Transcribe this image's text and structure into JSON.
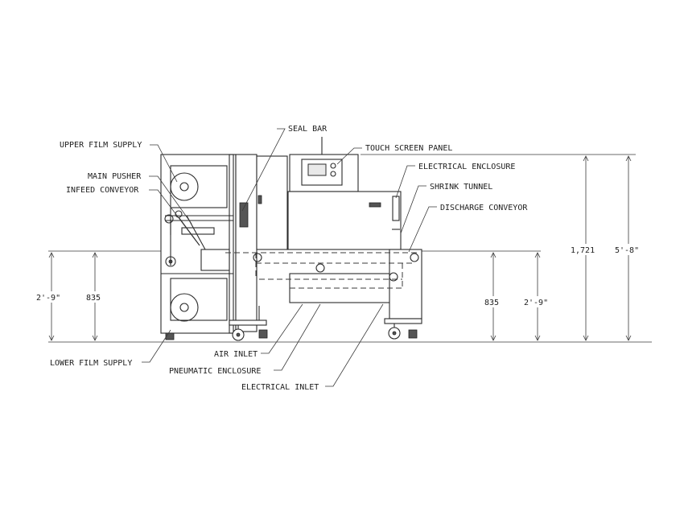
{
  "labels": {
    "seal_bar": "SEAL BAR",
    "upper_film_supply": "UPPER FILM SUPPLY",
    "touch_screen_panel": "TOUCH SCREEN PANEL",
    "electrical_enclosure": "ELECTRICAL ENCLOSURE",
    "main_pusher": "MAIN PUSHER",
    "infeed_conveyor": "INFEED CONVEYOR",
    "shrink_tunnel": "SHRINK TUNNEL",
    "discharge_conveyor": "DISCHARGE CONVEYOR",
    "air_inlet": "AIR INLET",
    "lower_film_supply": "LOWER FILM SUPPLY",
    "pneumatic_enclosure": "PNEUMATIC ENCLOSURE",
    "electrical_inlet": "ELECTRICAL INLET"
  },
  "dimensions": {
    "left_height_ft": "2'-9\"",
    "left_height_mm": "835",
    "right_height_mm": "835",
    "right_height_ft": "2'-9\"",
    "total_height_mm": "1,721",
    "total_height_ft": "5'-8\""
  }
}
